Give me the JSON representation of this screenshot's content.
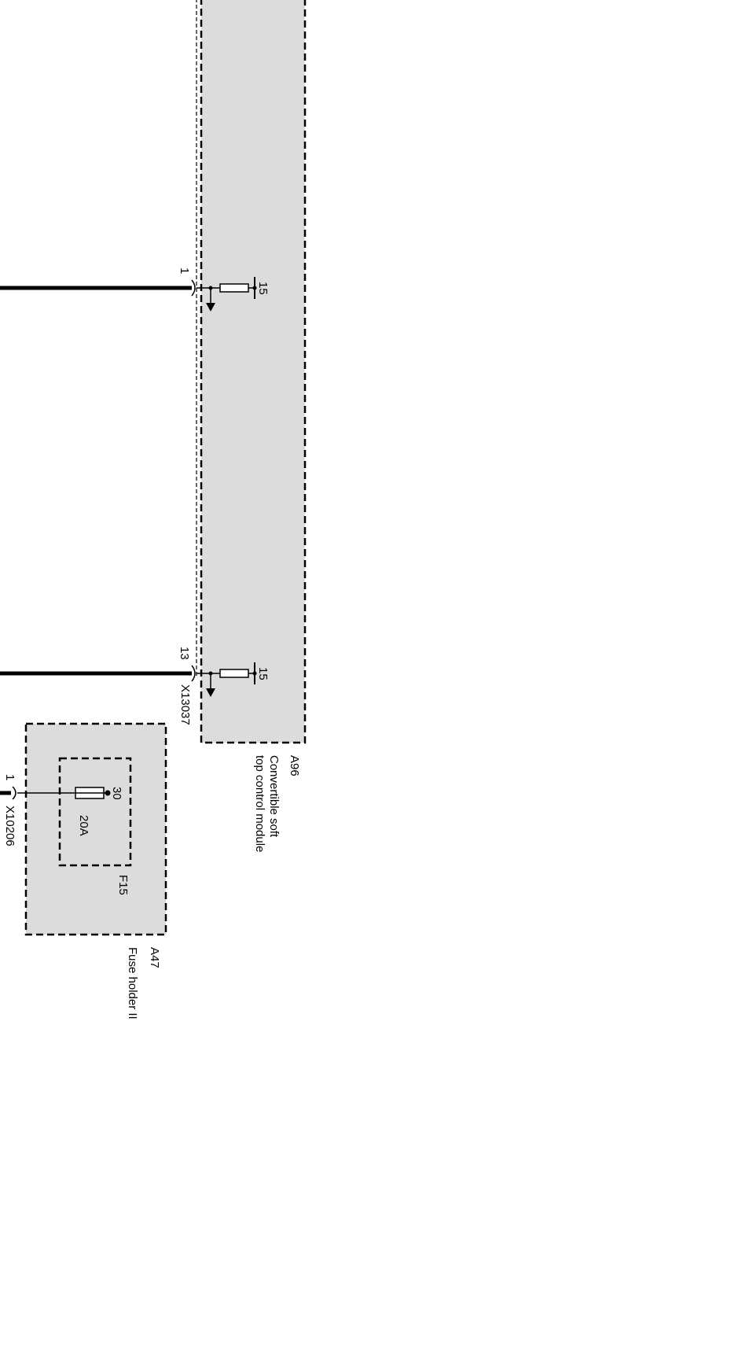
{
  "module_a96": {
    "ref": "A96",
    "name_line1": "Convertible soft",
    "name_line2": "top control module",
    "connector": "X13037",
    "pin_upper": "1",
    "pin_lower": "13",
    "terminal_upper": "15",
    "terminal_lower": "15"
  },
  "fuse_holder_a47": {
    "ref": "A47",
    "name": "Fuse holder II",
    "connector": "X10206",
    "pin": "1",
    "fuse_ref": "F15",
    "fuse_rating": "20A",
    "fuse_terminal": "30"
  }
}
